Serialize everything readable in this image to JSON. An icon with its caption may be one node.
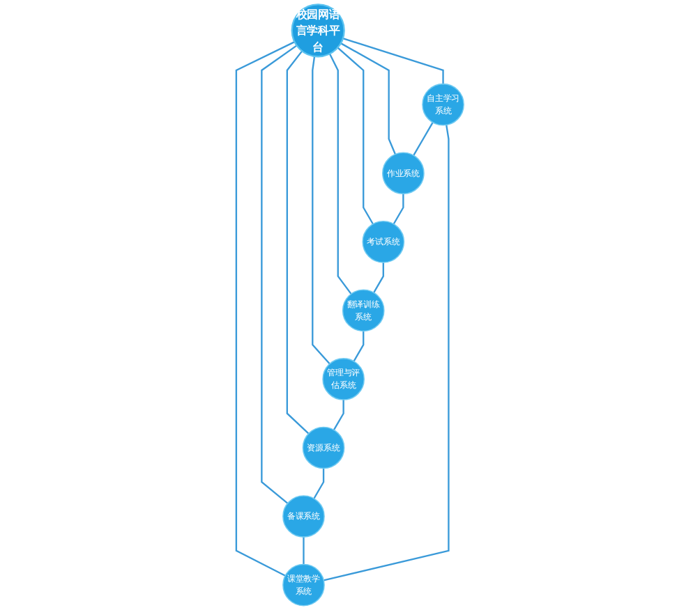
{
  "diagram": {
    "nodes": [
      {
        "text": [
          "校园网语言学科平台"
        ]
      },
      {
        "text": [
          "自主学习系统"
        ]
      },
      {
        "text": [
          "课堂教学系统"
        ]
      },
      {
        "text": [
          "作业系统"
        ]
      },
      {
        "text": [
          "备课系统"
        ]
      },
      {
        "text": [
          "考试系统"
        ]
      },
      {
        "text": [
          "资源系统"
        ]
      },
      {
        "text": [
          "翻译训练系统"
        ]
      },
      {
        "text": [
          "管理与评估系统"
        ]
      }
    ],
    "edges": [
      {
        "from": 0,
        "to": 1,
        "arrow": "none"
      },
      {
        "from": 0,
        "to": 3,
        "arrow": "none"
      },
      {
        "from": 0,
        "to": 5,
        "arrow": "none"
      },
      {
        "from": 0,
        "to": 7,
        "arrow": "none"
      },
      {
        "from": 0,
        "to": 8,
        "arrow": "none"
      },
      {
        "from": 0,
        "to": 6,
        "arrow": "none"
      },
      {
        "from": 0,
        "to": 4,
        "arrow": "none"
      },
      {
        "from": 0,
        "to": 2,
        "arrow": "none"
      },
      {
        "from": 1,
        "to": 3,
        "arrow": "none"
      },
      {
        "from": 3,
        "to": 5,
        "arrow": "none"
      },
      {
        "from": 5,
        "to": 7,
        "arrow": "none"
      },
      {
        "from": 7,
        "to": 8,
        "arrow": "none"
      },
      {
        "from": 8,
        "to": 6,
        "arrow": "none"
      },
      {
        "from": 6,
        "to": 4,
        "arrow": "none"
      },
      {
        "from": 4,
        "to": 2,
        "arrow": "none"
      },
      {
        "from": 2,
        "to": 1,
        "arrow": "none"
      }
    ]
  }
}
